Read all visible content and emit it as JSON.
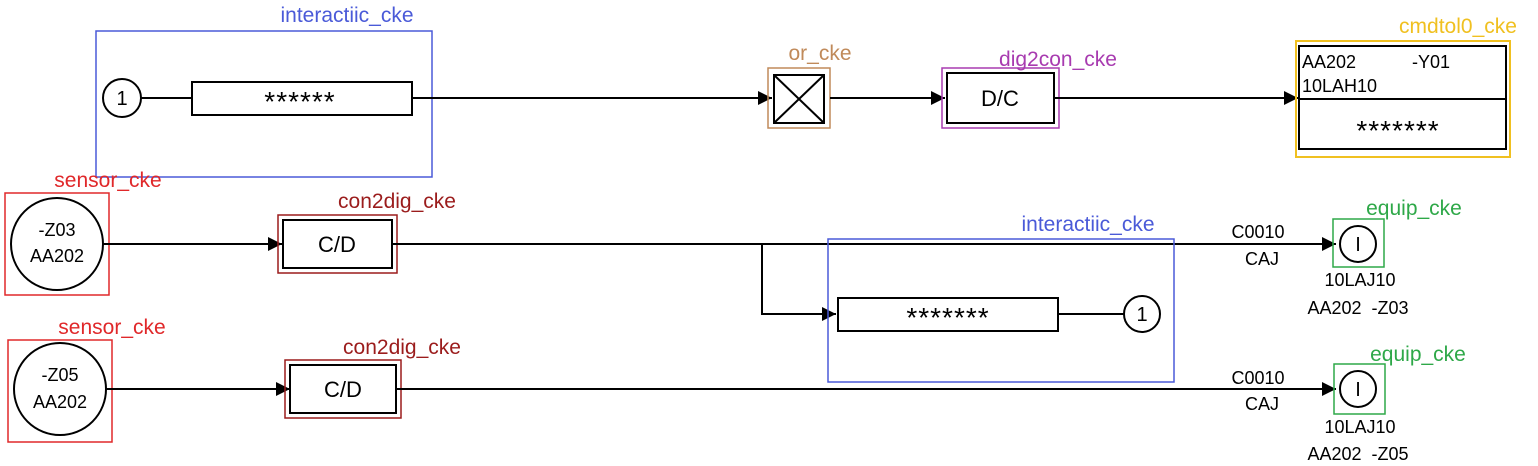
{
  "colors": {
    "interaction": "#4a5ad8",
    "or": "#c08a5a",
    "dig2con": "#a83bb0",
    "cmd": "#f0c020",
    "sensor": "#e0282a",
    "con2dig": "#9b1c1c",
    "equip": "#2ea848",
    "line": "#000000"
  },
  "labels": {
    "interaction_top": "interactiic_cke",
    "or_label": "or_cke",
    "dig2con_label": "dig2con_cke",
    "cmd_label": "cmdtol0_cke",
    "sensor1_label": "sensor_cke",
    "con2dig1_label": "con2dig_cke",
    "interaction_mid": "interactiic_cke",
    "equip1_label": "equip_cke",
    "sensor2_label": "sensor_cke",
    "con2dig2_label": "con2dig_cke",
    "equip2_label": "equip_cke"
  },
  "blocks": {
    "interaction_top_connector": "1",
    "interaction_top_value": "******",
    "dig2con_text": "D/C",
    "cmd_line1_left": "AA202",
    "cmd_line1_right": "-Y01",
    "cmd_line2": "10LAH10",
    "cmd_value": "*******",
    "sensor1_line1": "-Z03",
    "sensor1_line2": "AA202",
    "con2dig1_text": "C/D",
    "interaction_mid_value": "*******",
    "interaction_mid_connector": "1",
    "equip1_signal_top": "C0010",
    "equip1_signal_bottom": "CAJ",
    "equip1_symbol": "I",
    "equip1_id1": "10LAJ10",
    "equip1_id2": "AA202  -Z03",
    "sensor2_line1": "-Z05",
    "sensor2_line2": "AA202",
    "con2dig2_text": "C/D",
    "equip2_signal_top": "C0010",
    "equip2_signal_bottom": "CAJ",
    "equip2_symbol": "I",
    "equip2_id1": "10LAJ10",
    "equip2_id2": "AA202  -Z05"
  }
}
